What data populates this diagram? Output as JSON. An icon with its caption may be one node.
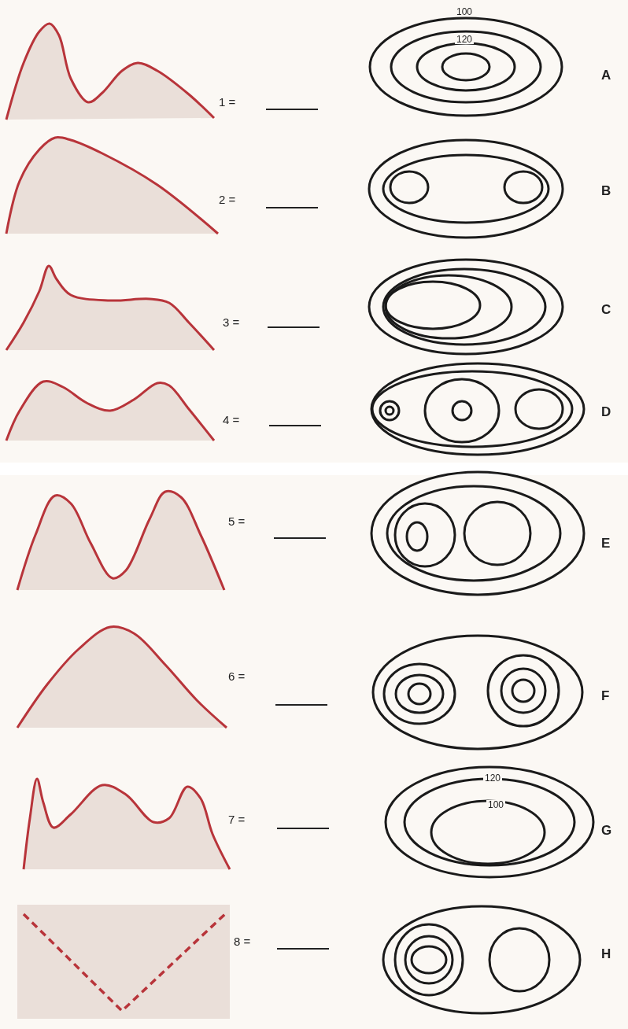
{
  "diagram": {
    "labels": [
      "100",
      "120",
      "1 =",
      "A",
      "2 =",
      "B",
      "3 =",
      "C",
      "4 =",
      "D",
      "5 =",
      "E",
      "6 =",
      "F",
      "120",
      "100",
      "7 =",
      "G",
      "8 =",
      "H"
    ]
  }
}
